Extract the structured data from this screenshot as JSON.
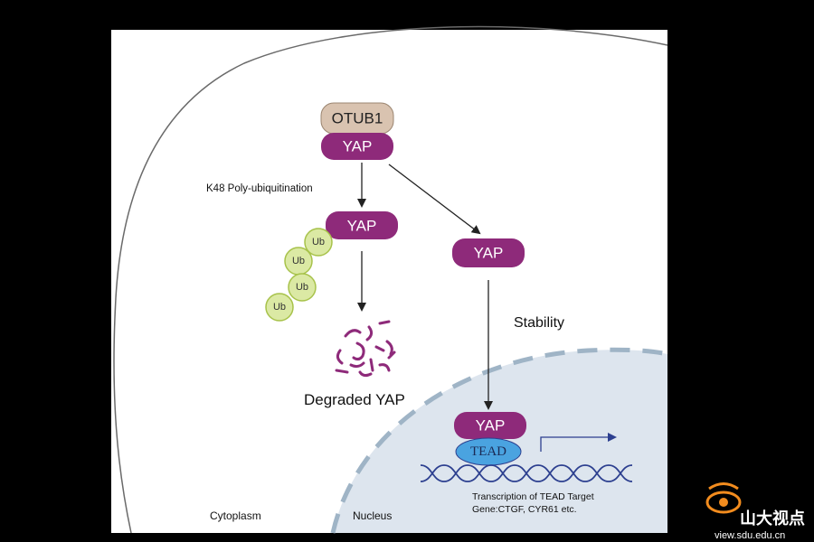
{
  "diagram": {
    "otub1_label": "OTUB1",
    "yap_label": "YAP",
    "ub_label": "Ub",
    "tead_label": "TEAD",
    "k48_label": "K48 Poly-ubiquitination",
    "degraded_label": "Degraded YAP",
    "stability_label": "Stability",
    "transcription_line1": "Transcription of TEAD Target",
    "transcription_line2": "Gene:CTGF, CYR61 etc.",
    "cytoplasm_label": "Cytoplasm",
    "nucleus_label": "Nucleus"
  },
  "watermark": {
    "brand": "山大视点",
    "url": "view.sdu.edu.cn"
  },
  "colors": {
    "yap": "#8e2a7a",
    "otub1": "#d9c3b0",
    "ub_fill": "#dbe9a4",
    "ub_stroke": "#a7c24a",
    "tead": "#4aa3e0",
    "nucleus": "#dde5ee",
    "nuclear_membrane": "#9fb4c6",
    "dna": "#2c3f8f"
  }
}
